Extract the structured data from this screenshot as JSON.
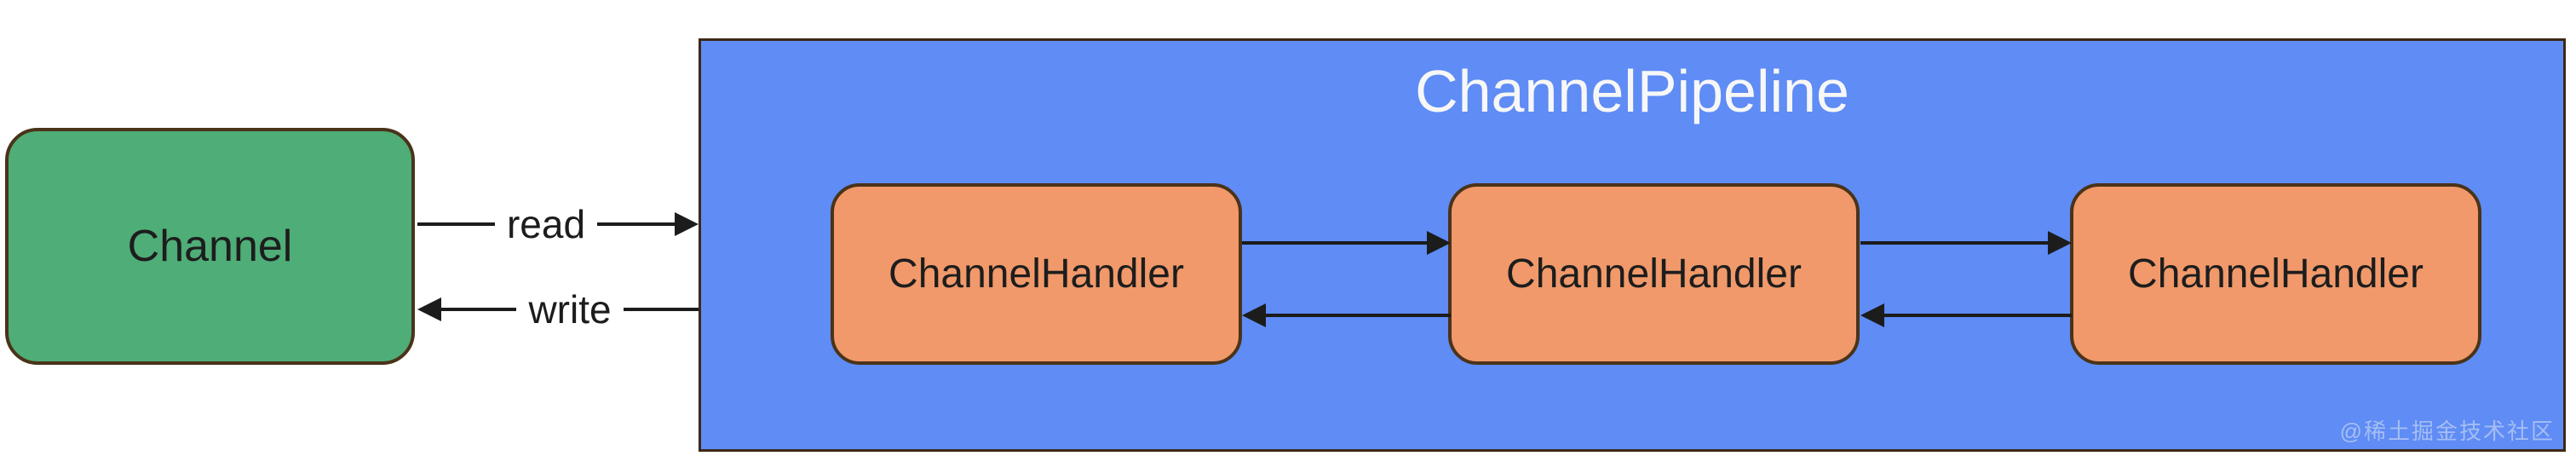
{
  "diagram": {
    "channel": {
      "label": "Channel"
    },
    "pipeline": {
      "title": "ChannelPipeline",
      "handlers": [
        {
          "label": "ChannelHandler"
        },
        {
          "label": "ChannelHandler"
        },
        {
          "label": "ChannelHandler"
        }
      ],
      "watermark": "@稀土掘金技术社区"
    },
    "arrows": {
      "read_label": "read",
      "write_label": "write"
    },
    "colors": {
      "green": "#4fad77",
      "blue": "#5f8cf5",
      "orange": "#f1996a",
      "border": "#4a3319",
      "border-dark": "#3b2a14",
      "arrow": "#1c1c1c",
      "title-text": "#f7f7f7",
      "label-text": "#1d1d1d"
    }
  }
}
